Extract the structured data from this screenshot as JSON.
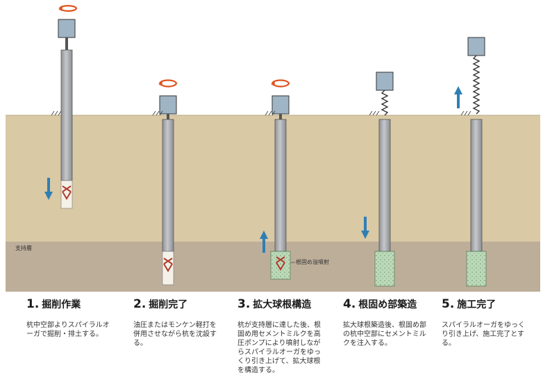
{
  "stratum_label": "支持層",
  "callout_label": "根固め溢噴射",
  "steps": [
    {
      "num": "1.",
      "title": "掘削作業",
      "desc": "杭中空部よりスパイラルオーガで掘削・排土する。"
    },
    {
      "num": "2.",
      "title": "掘削完了",
      "desc": "油圧またはモンケン軽打を併用させながら杭を沈設する。"
    },
    {
      "num": "3.",
      "title": "拡大球根構造",
      "desc": "杭が支持層に達した後、根固め用セメントミルクを高圧ポンプにより噴射しながらスパイラルオーガをゆっくり引き上げて、拡大球根を構造する。"
    },
    {
      "num": "4.",
      "title": "根固め部築造",
      "desc": "拡大球根築造後、根固め部の杭中空部にセメントミルクを注入する。"
    },
    {
      "num": "5.",
      "title": "施工完了",
      "desc": "スパイラルオーガをゆっくり引き上げ、施工完了とする。"
    }
  ],
  "colors": {
    "ground": "#d9c9a5",
    "support_layer": "#bdae9a",
    "pile": "#a3a6aa",
    "motor": "#9fb4c4",
    "arrow": "#2f7fb5",
    "rotation": "#e0521e",
    "cement": "#b9d8b8"
  }
}
